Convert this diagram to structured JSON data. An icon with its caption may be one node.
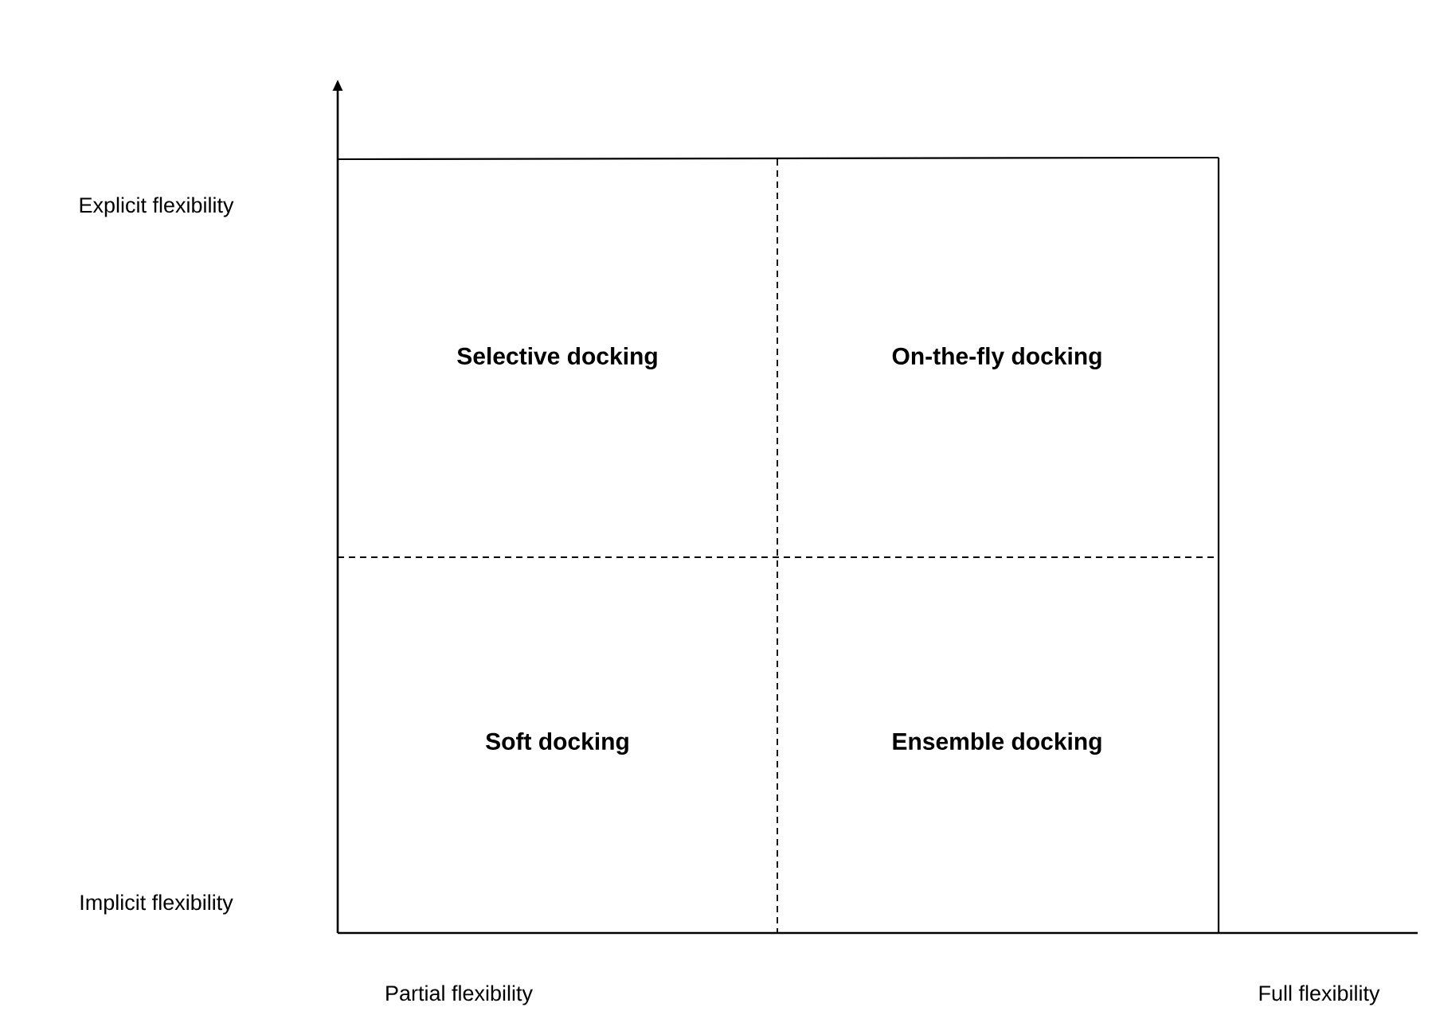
{
  "diagram": {
    "nodes": [
      {
        "text": [
          "Selective docking"
        ]
      },
      {
        "text": [
          "On-the-fly docking"
        ]
      },
      {
        "text": [
          "Soft docking"
        ]
      },
      {
        "text": [
          "Ensemble docking"
        ]
      }
    ],
    "labels": [
      "Explicit flexibility",
      "Implicit flexibility",
      "Partial flexibility",
      "Full flexibility"
    ]
  }
}
